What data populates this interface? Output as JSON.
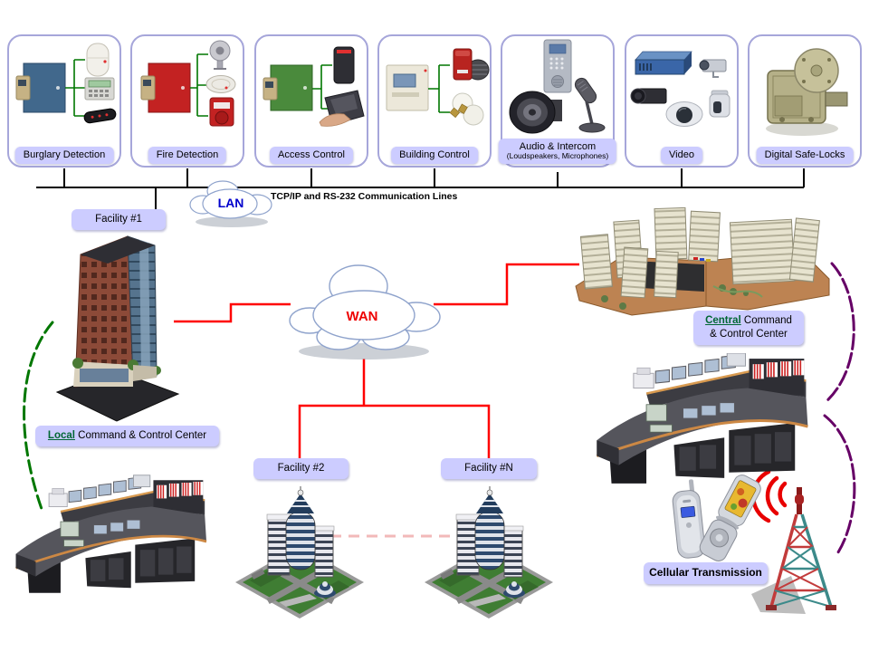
{
  "device_boxes": [
    {
      "label": "Burglary Detection"
    },
    {
      "label": "Fire Detection"
    },
    {
      "label": "Access Control"
    },
    {
      "label": "Building Control"
    },
    {
      "label": "Audio & Intercom",
      "sublabel": "(Loudspeakers, Microphones)"
    },
    {
      "label": "Video"
    },
    {
      "label": "Digital Safe-Locks"
    }
  ],
  "network": {
    "lan": "LAN",
    "wan": "WAN",
    "caption": "TCP/IP and RS-232 Communication Lines"
  },
  "facilities": {
    "f1": "Facility #1",
    "f2": "Facility #2",
    "fn": "Facility #N"
  },
  "centers": {
    "local_word": "Local",
    "local_rest": " Command & Control Center",
    "central_word": "Central",
    "central_rest": " Command",
    "central_line2": "& Control Center"
  },
  "cellular_label": "Cellular Transmission",
  "colors": {
    "label_bg": "#ccccff",
    "box_border": "#a6a6da",
    "bus_line": "#000000",
    "wan_line": "#ff0000",
    "lan_text": "#0000cc",
    "wan_text": "#ee0000",
    "local_central_accent": "#006633",
    "green_arc": "#007700",
    "purple_arc": "#660066",
    "dashed_link": "#f2b9b9"
  }
}
